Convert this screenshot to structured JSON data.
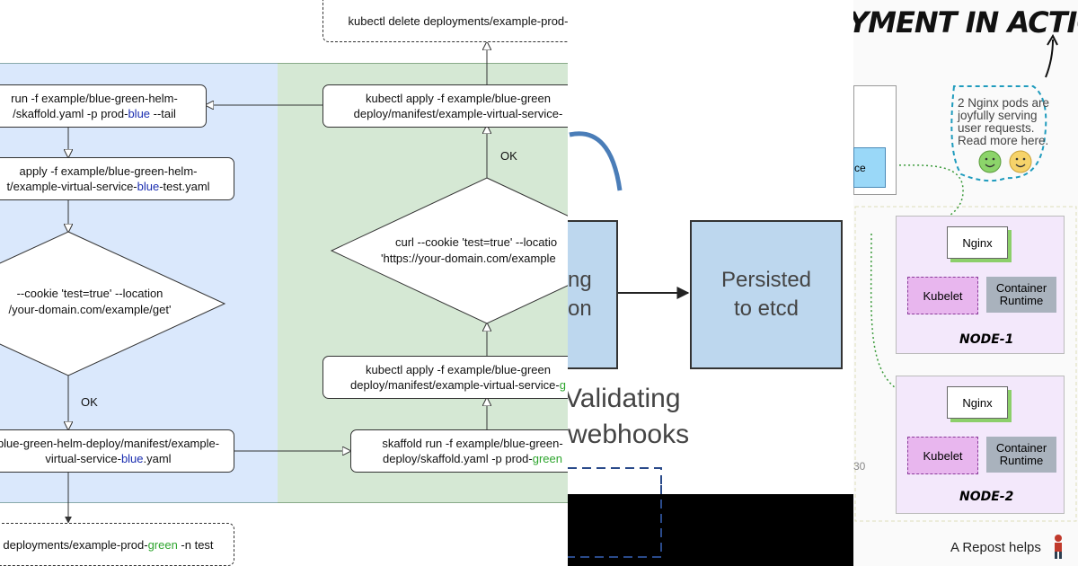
{
  "flowchart": {
    "top_cmd": "kubectl delete deployments/example-prod-",
    "left_run": [
      "run -f example/blue-green-helm-",
      "/skaffold.yaml -p prod-",
      "blue",
      " --tail"
    ],
    "left_apply": [
      "apply -f example/blue-green-helm-",
      "t/example-virtual-service-",
      "blue",
      "-test.yaml"
    ],
    "left_diamond": [
      "--cookie 'test=true' --location",
      "/your-domain.com/example/get'"
    ],
    "left_ok": "OK",
    "left_manifest": [
      "blue-green-helm-deploy/manifest/example-",
      "virtual-service-",
      "blue",
      ".yaml"
    ],
    "left_delete": [
      "deployments/example-prod-",
      "green",
      " -n test"
    ],
    "right_apply_top": [
      "kubectl apply -f example/blue-green",
      "deploy/manifest/example-virtual-service-"
    ],
    "right_ok": "OK",
    "right_diamond": [
      "curl --cookie 'test=true' --locatio",
      "'https://your-domain.com/example"
    ],
    "right_apply_mid": [
      "kubectl apply -f example/blue-green",
      "deploy/manifest/example-virtual-service-",
      "g"
    ],
    "right_skaffold": [
      "skaffold run -f example/blue-green-",
      "deploy/skaffold.yaml -p prod-",
      "green"
    ]
  },
  "admission": {
    "partial_box": [
      "ng",
      "on"
    ],
    "persisted": [
      "Persisted",
      "to etcd"
    ],
    "validating": [
      "Validating",
      "webhooks"
    ]
  },
  "deployment": {
    "title": "YMENT IN ACTION!",
    "note": [
      "2 Nginx pods are",
      "joyfully serving",
      "user requests.",
      "Read more here."
    ],
    "service_partial": "ce",
    "node1": {
      "pod": "Nginx",
      "kubelet": "Kubelet",
      "runtime": [
        "Container",
        "Runtime"
      ],
      "label": "NODE-1"
    },
    "node2": {
      "pod": "Nginx",
      "kubelet": "Kubelet",
      "runtime": [
        "Container",
        "Runtime"
      ],
      "label": "NODE-2"
    },
    "port_partial": "30",
    "repost": "A Repost helps"
  },
  "colors": {
    "blue_panel": "#dae8fc",
    "green_panel": "#d5e8d4",
    "blue_text": "#1a2db0",
    "green_text": "#2ea52e"
  }
}
